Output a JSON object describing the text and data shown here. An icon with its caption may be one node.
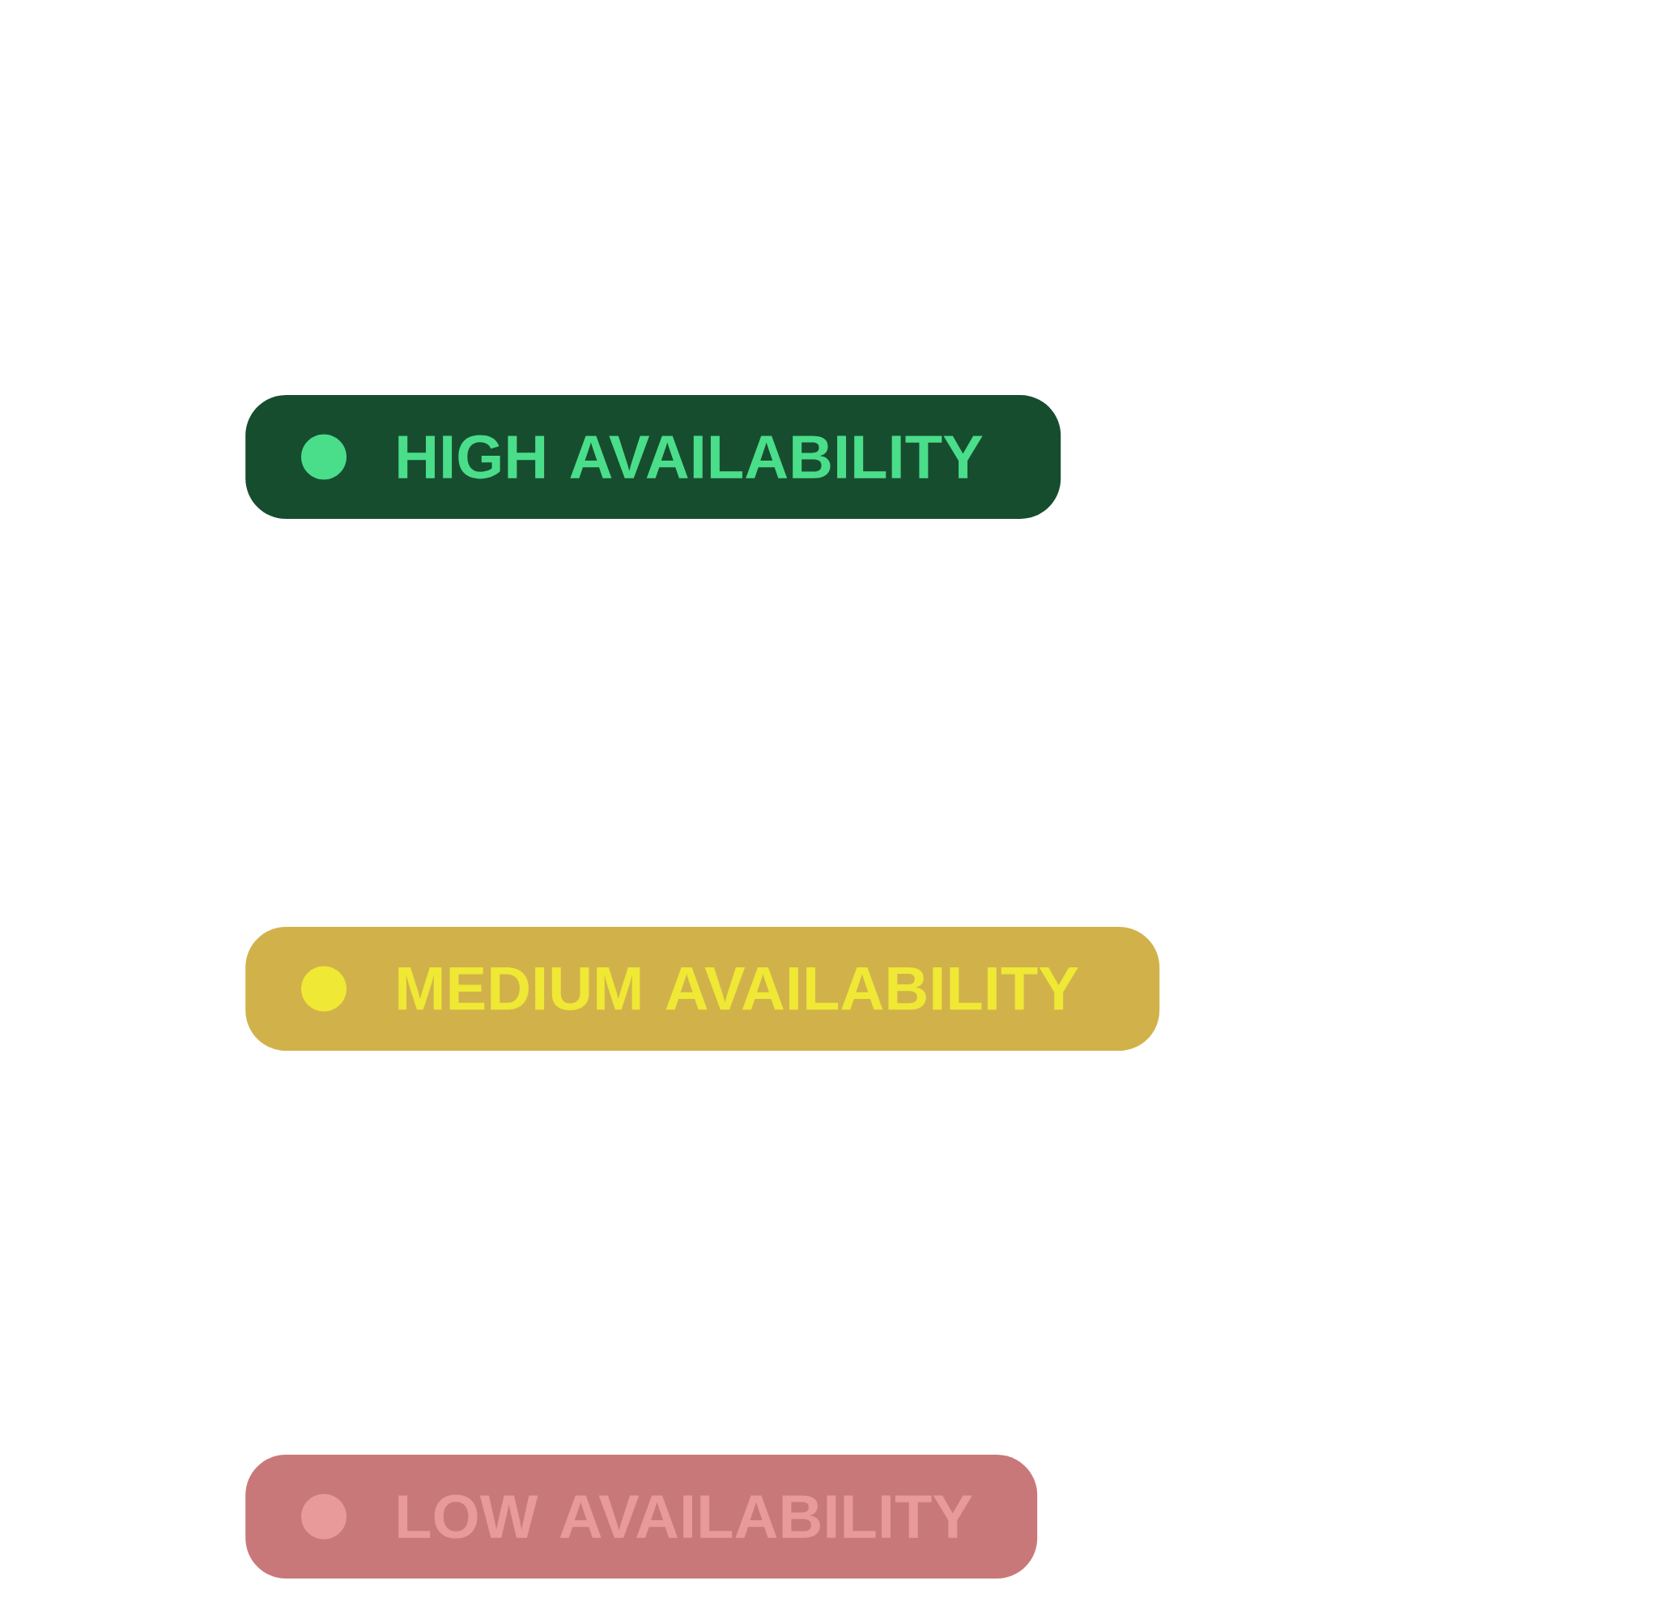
{
  "diagram": {
    "nodes": [
      {
        "text": [
          "HIGH AVAILABILITY"
        ]
      },
      {
        "text": [
          "MEDIUM AVAILABILITY"
        ]
      },
      {
        "text": [
          "LOW AVAILABILITY"
        ]
      }
    ]
  }
}
